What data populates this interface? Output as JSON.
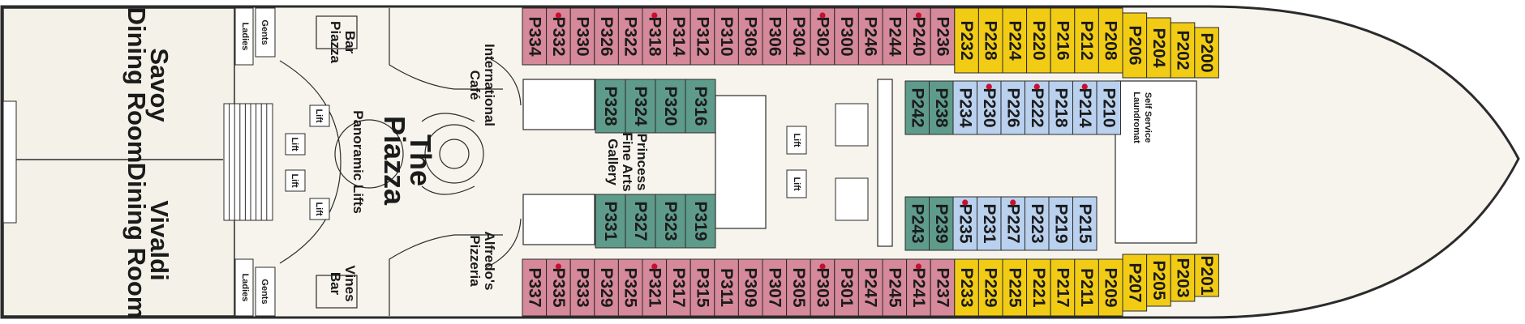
{
  "colors": {
    "pink": "#d6899a",
    "yellow": "#f2cc14",
    "blue": "#b9d1ee",
    "green": "#5e9b8a",
    "floor": "#f6f4ec",
    "outline": "#2b2b2b",
    "wheelchair_dot": "#c8102e"
  },
  "labels": {
    "savoy": "Savoy",
    "savoy_dining": "Dining Room",
    "vivaldi": "Vivaldi",
    "vivaldi_dining": "Dining Room",
    "the": "The",
    "piazza": "Piazza",
    "panoramic_lifts": "Panoramic Lifts",
    "bar_piazza_1": "Bar",
    "bar_piazza_2": "Piazza",
    "vines_1": "Vines",
    "vines_2": "Bar",
    "intl_1": "International",
    "intl_2": "Café",
    "alfredo_1": "Alfredo's",
    "alfredo_2": "Pizzeria",
    "gallery_1": "Princess",
    "gallery_2": "Fine Arts",
    "gallery_3": "Gallery",
    "laundry_1": "Self Service",
    "laundry_2": "Laundromat",
    "ladies": "Ladies",
    "gents": "Gents",
    "lift": "Lift"
  },
  "cabins": {
    "top_pink": [
      {
        "id": "P334",
        "dot": false
      },
      {
        "id": "P332",
        "dot": true
      },
      {
        "id": "P330",
        "dot": false
      },
      {
        "id": "P326",
        "dot": false
      },
      {
        "id": "P322",
        "dot": false
      },
      {
        "id": "P318",
        "dot": true
      },
      {
        "id": "P314",
        "dot": false
      },
      {
        "id": "P312",
        "dot": false
      },
      {
        "id": "P310",
        "dot": false
      },
      {
        "id": "P308",
        "dot": false
      },
      {
        "id": "P306",
        "dot": false
      },
      {
        "id": "P304",
        "dot": false
      },
      {
        "id": "P302",
        "dot": true
      },
      {
        "id": "P300",
        "dot": false
      },
      {
        "id": "P246",
        "dot": false
      },
      {
        "id": "P244",
        "dot": false
      },
      {
        "id": "P240",
        "dot": true
      },
      {
        "id": "P236",
        "dot": false
      }
    ],
    "top_yellow": [
      {
        "id": "P232",
        "dot": false
      },
      {
        "id": "P228",
        "dot": false
      },
      {
        "id": "P224",
        "dot": false
      },
      {
        "id": "P220",
        "dot": false
      },
      {
        "id": "P216",
        "dot": false
      },
      {
        "id": "P212",
        "dot": false
      },
      {
        "id": "P208",
        "dot": false
      },
      {
        "id": "P206",
        "dot": false
      },
      {
        "id": "P204",
        "dot": false
      },
      {
        "id": "P202",
        "dot": false
      },
      {
        "id": "P200",
        "dot": false
      }
    ],
    "bottom_pink": [
      {
        "id": "P337",
        "dot": false
      },
      {
        "id": "P335",
        "dot": true
      },
      {
        "id": "P333",
        "dot": false
      },
      {
        "id": "P329",
        "dot": false
      },
      {
        "id": "P325",
        "dot": false
      },
      {
        "id": "P321",
        "dot": true
      },
      {
        "id": "P317",
        "dot": false
      },
      {
        "id": "P315",
        "dot": false
      },
      {
        "id": "P311",
        "dot": false
      },
      {
        "id": "P309",
        "dot": false
      },
      {
        "id": "P307",
        "dot": false
      },
      {
        "id": "P305",
        "dot": false
      },
      {
        "id": "P303",
        "dot": true
      },
      {
        "id": "P301",
        "dot": false
      },
      {
        "id": "P247",
        "dot": false
      },
      {
        "id": "P245",
        "dot": false
      },
      {
        "id": "P241",
        "dot": true
      },
      {
        "id": "P237",
        "dot": false
      }
    ],
    "bottom_yellow": [
      {
        "id": "P233",
        "dot": false
      },
      {
        "id": "P229",
        "dot": false
      },
      {
        "id": "P225",
        "dot": false
      },
      {
        "id": "P221",
        "dot": false
      },
      {
        "id": "P217",
        "dot": false
      },
      {
        "id": "P211",
        "dot": false
      },
      {
        "id": "P209",
        "dot": false
      },
      {
        "id": "P207",
        "dot": false
      },
      {
        "id": "P205",
        "dot": false
      },
      {
        "id": "P203",
        "dot": false
      },
      {
        "id": "P201",
        "dot": false
      }
    ],
    "inner_upper_left": [
      {
        "id": "P328",
        "dot": false
      },
      {
        "id": "P324",
        "dot": false
      },
      {
        "id": "P320",
        "dot": false
      },
      {
        "id": "P316",
        "dot": false
      }
    ],
    "inner_lower_left": [
      {
        "id": "P331",
        "dot": false
      },
      {
        "id": "P327",
        "dot": false
      },
      {
        "id": "P323",
        "dot": false
      },
      {
        "id": "P319",
        "dot": false
      }
    ],
    "inner_upper_right": [
      {
        "id": "P242",
        "dot": false,
        "tone": "green"
      },
      {
        "id": "P238",
        "dot": false,
        "tone": "green"
      },
      {
        "id": "P234",
        "dot": false,
        "tone": "blue"
      },
      {
        "id": "P230",
        "dot": true,
        "tone": "blue"
      },
      {
        "id": "P226",
        "dot": false,
        "tone": "blue"
      },
      {
        "id": "P222",
        "dot": true,
        "tone": "blue"
      },
      {
        "id": "P218",
        "dot": false,
        "tone": "blue"
      },
      {
        "id": "P214",
        "dot": true,
        "tone": "blue"
      },
      {
        "id": "P210",
        "dot": false,
        "tone": "blue"
      }
    ],
    "inner_lower_right": [
      {
        "id": "P243",
        "dot": false,
        "tone": "green"
      },
      {
        "id": "P239",
        "dot": false,
        "tone": "green"
      },
      {
        "id": "P235",
        "dot": true,
        "tone": "blue"
      },
      {
        "id": "P231",
        "dot": false,
        "tone": "blue"
      },
      {
        "id": "P227",
        "dot": true,
        "tone": "blue"
      },
      {
        "id": "P223",
        "dot": false,
        "tone": "blue"
      },
      {
        "id": "P219",
        "dot": false,
        "tone": "blue"
      },
      {
        "id": "P215",
        "dot": false,
        "tone": "blue"
      }
    ]
  }
}
